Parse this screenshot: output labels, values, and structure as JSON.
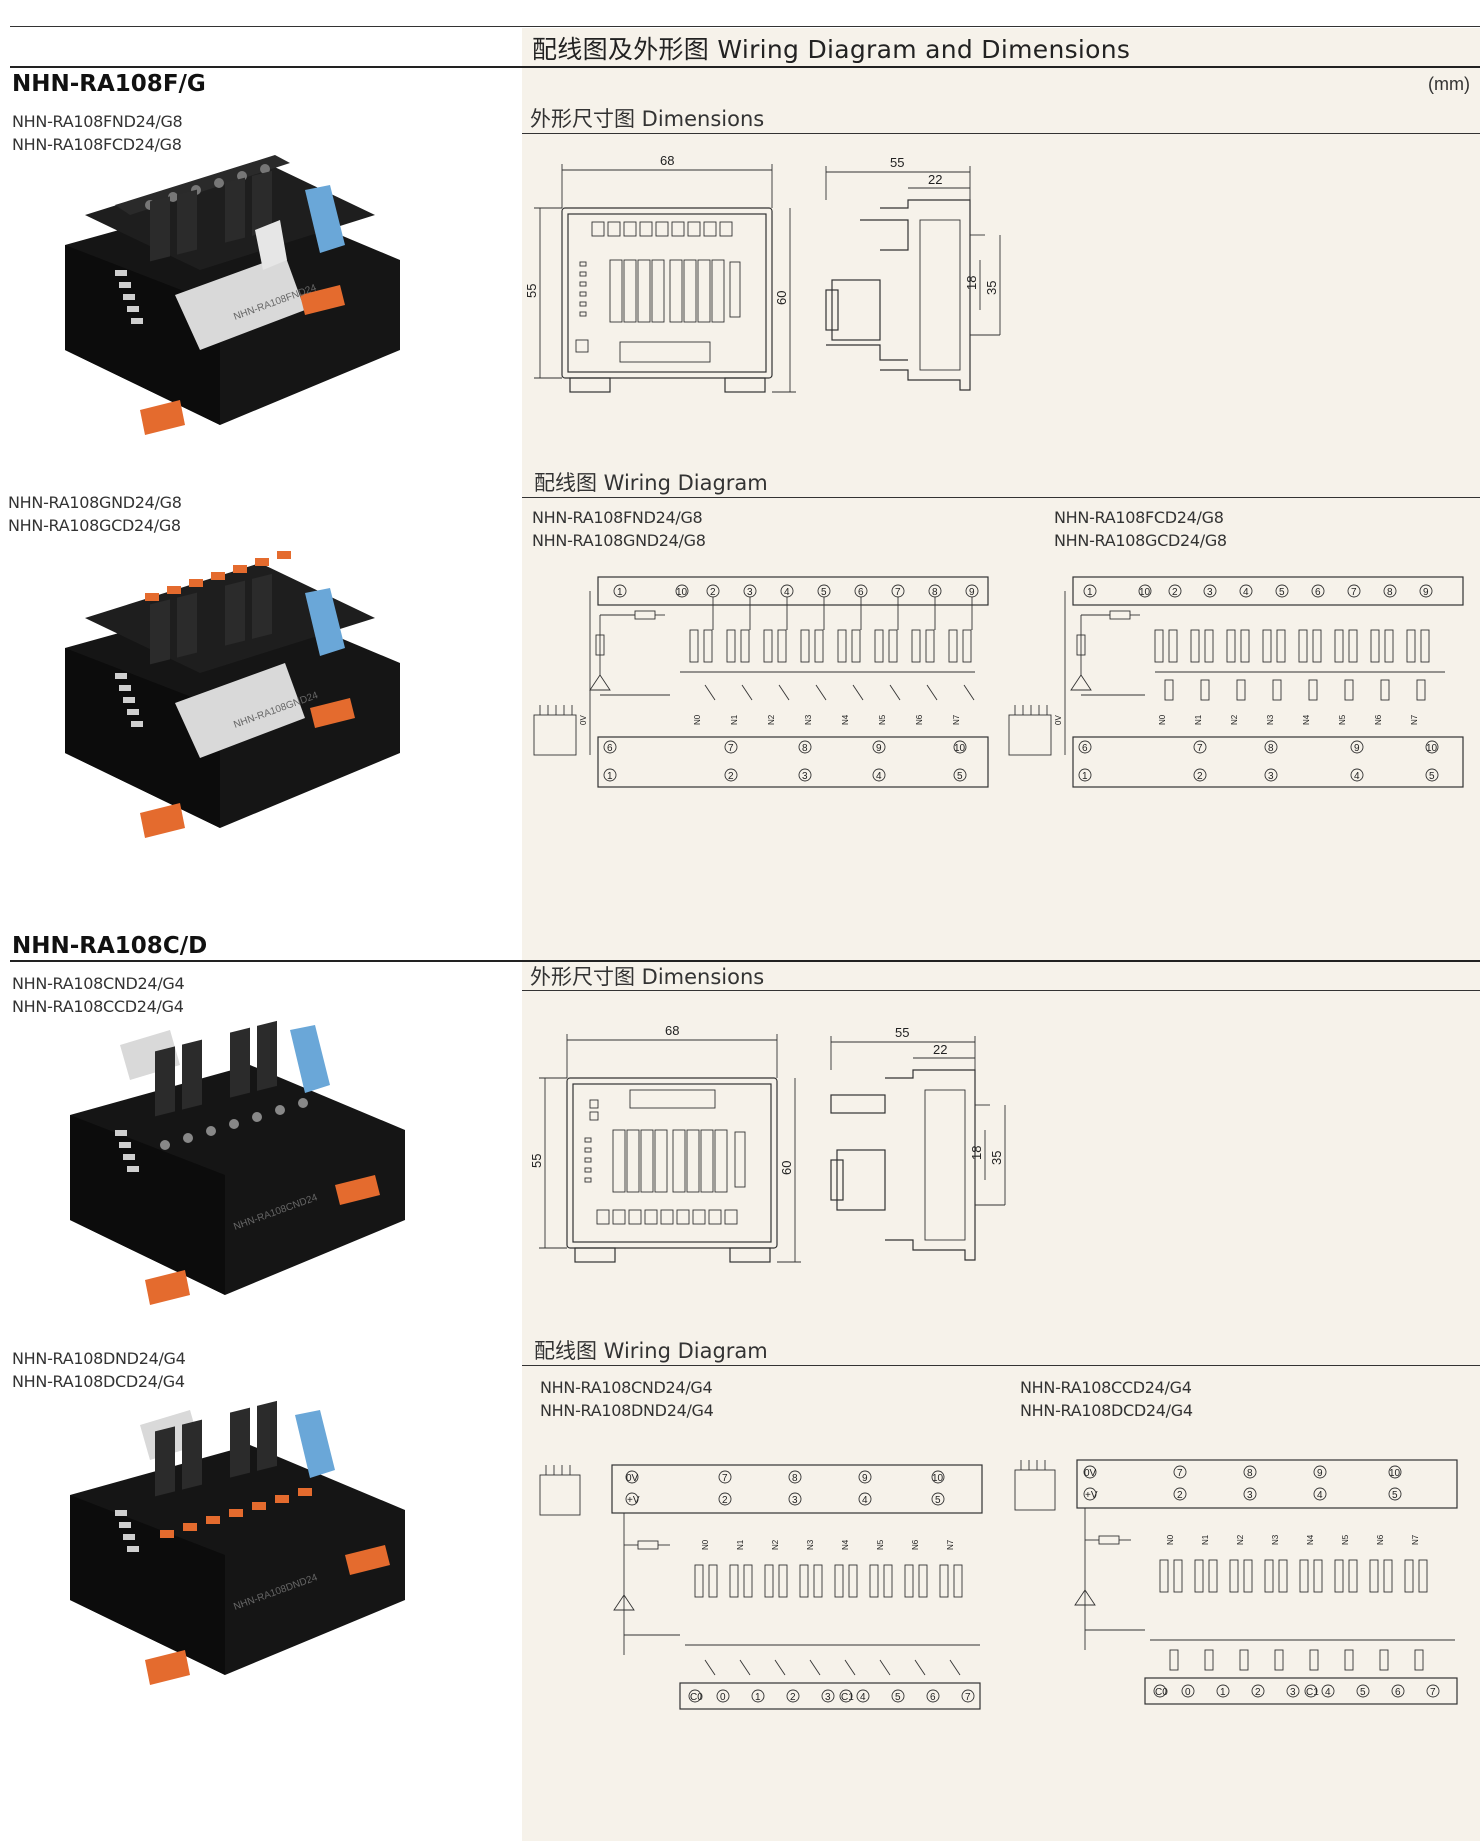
{
  "header": {
    "title": "配线图及外形图 Wiring Diagram and Dimensions",
    "unit": "(mm)"
  },
  "sections": [
    {
      "series": "NHN-RA108F/G",
      "products": [
        {
          "models": [
            "NHN-RA108FND24/G8",
            "NHN-RA108FCD24/G8"
          ],
          "label": "NHN-RA108FND24"
        },
        {
          "models": [
            "NHN-RA108GND24/G8",
            "NHN-RA108GCD24/G8"
          ],
          "label": "NHN-RA108GND24"
        }
      ],
      "dimensions_title": "外形尺寸图 Dimensions",
      "dims": {
        "front_width": "68",
        "front_height": "55",
        "front_total": "60",
        "side_depth": "55",
        "side_rail": "22",
        "rail_a": "18",
        "rail_b": "35"
      },
      "wiring_title": "配线图 Wiring Diagram",
      "wiring": [
        {
          "models": [
            "NHN-RA108FND24/G8",
            "NHN-RA108GND24/G8"
          ]
        },
        {
          "models": [
            "NHN-RA108FCD24/G8",
            "NHN-RA108GCD24/G8"
          ]
        }
      ]
    },
    {
      "series": "NHN-RA108C/D",
      "products": [
        {
          "models": [
            "NHN-RA108CND24/G4",
            "NHN-RA108CCD24/G4"
          ],
          "label": "NHN-RA108CND24"
        },
        {
          "models": [
            "NHN-RA108DND24/G4",
            "NHN-RA108DCD24/G4"
          ],
          "label": "NHN-RA108DND24"
        }
      ],
      "dimensions_title": "外形尺寸图 Dimensions",
      "dims": {
        "front_width": "68",
        "front_height": "55",
        "front_total": "60",
        "side_depth": "55",
        "side_rail": "22",
        "rail_a": "18",
        "rail_b": "35"
      },
      "wiring_title": "配线图 Wiring Diagram",
      "wiring": [
        {
          "models": [
            "NHN-RA108CND24/G4",
            "NHN-RA108DND24/G4"
          ]
        },
        {
          "models": [
            "NHN-RA108CCD24/G4",
            "NHN-RA108DCD24/G4"
          ]
        }
      ]
    }
  ]
}
